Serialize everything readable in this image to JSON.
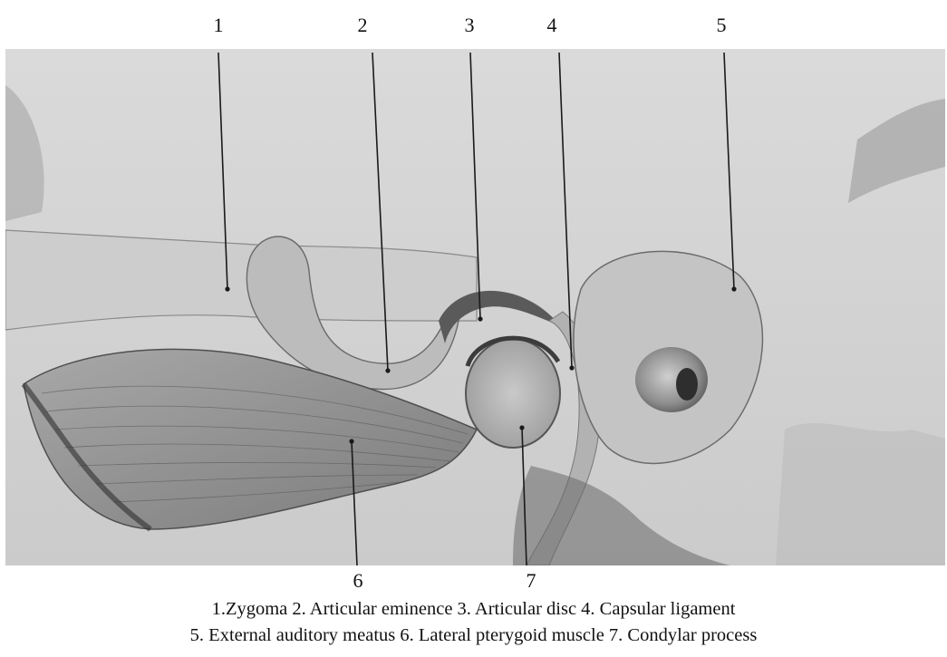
{
  "labels": {
    "l1": "1",
    "l2": "2",
    "l3": "3",
    "l4": "4",
    "l5": "5",
    "l6": "6",
    "l7": "7"
  },
  "caption": {
    "line1": "1.Zygoma 2. Articular eminence 3. Articular disc 4. Capsular ligament",
    "line2": "5. External auditory meatus 6. Lateral pterygoid muscle 7. Condylar process"
  },
  "colors": {
    "plate_background": "#d4d4d4",
    "bone_light": "#e2e2e2",
    "shadow_dark": "#4a4a4a",
    "ink": "#111111"
  }
}
